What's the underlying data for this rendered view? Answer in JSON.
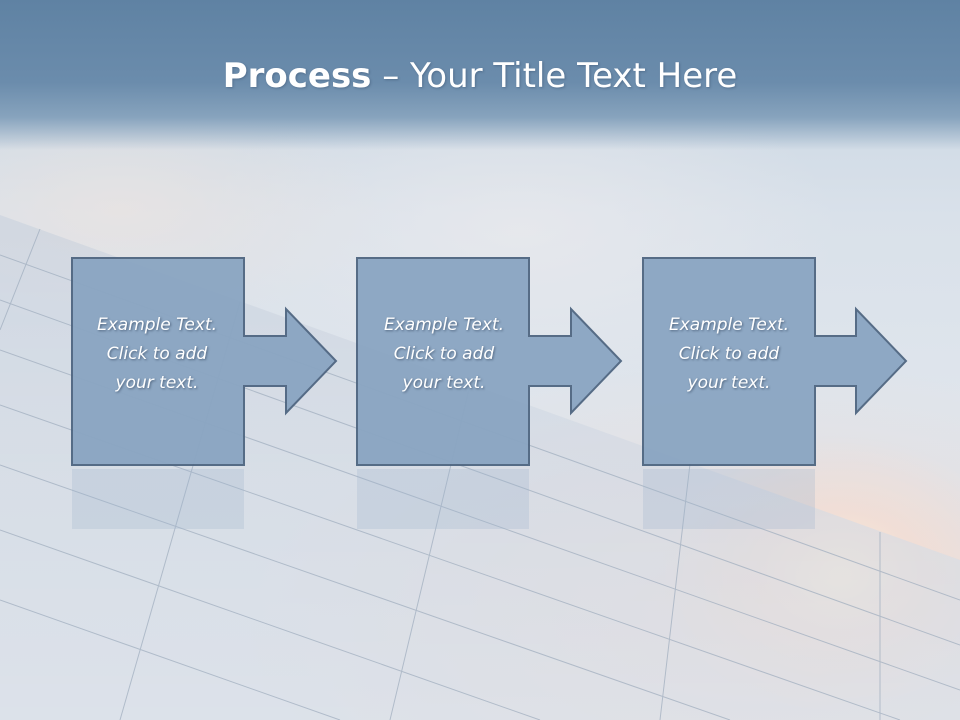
{
  "slide": {
    "title_bold": "Process",
    "title_rest": " – Your Title Text Here"
  },
  "steps": [
    {
      "line1": "Example Text.",
      "line2": "Click  to add",
      "line3": "your text."
    },
    {
      "line1": "Example Text.",
      "line2": "Click  to add",
      "line3": "your text."
    },
    {
      "line1": "Example Text.",
      "line2": "Click  to add",
      "line3": "your text."
    }
  ],
  "colors": {
    "box_fill": "#8aa5c2",
    "box_stroke": "#4f6681",
    "title_band": "#6b8cac",
    "text": "#ffffff"
  }
}
